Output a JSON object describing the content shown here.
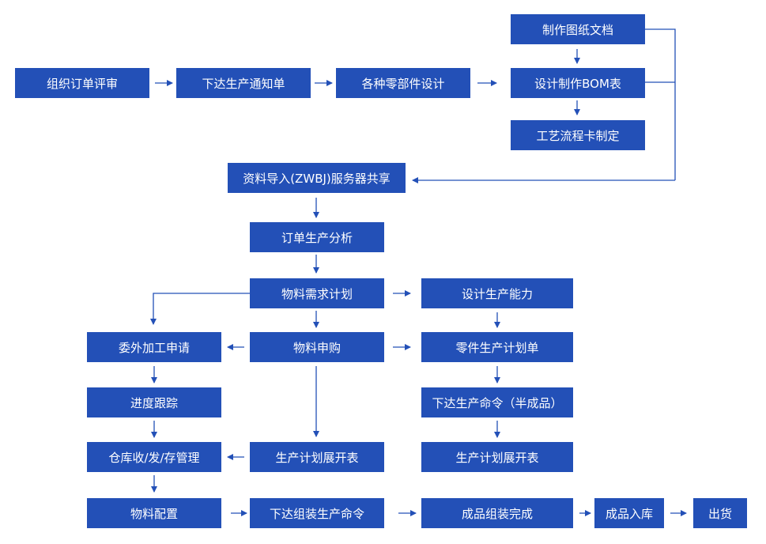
{
  "nodes": {
    "zhizuo_tuzhi": "制作图纸文档",
    "zuzhi_dingdan": "组织订单评审",
    "xiada_tongzhi": "下达生产通知单",
    "lingbujian_sheji": "各种零部件设计",
    "sheji_bom": "设计制作BOM表",
    "gongyi_liucheng": "工艺流程卡制定",
    "ziliao_daoru": "资料导入(ZWBJ)服务器共享",
    "dingdan_fenxi": "订单生产分析",
    "wuliao_xuqiu": "物料需求计划",
    "sheji_nengli": "设计生产能力",
    "weiwai_shenqing": "委外加工申请",
    "wuliao_shengou": "物料申购",
    "lingjian_jihua": "零件生产计划单",
    "jindu_genzong": "进度跟踪",
    "xiada_banchengpin": "下达生产命令（半成品）",
    "cangku": "仓库收/发/存管理",
    "jihua_zhankai_mid": "生产计划展开表",
    "jihua_zhankai_right": "生产计划展开表",
    "wuliao_peizhi": "物料配置",
    "xiada_zuzhuang": "下达组装生产命令",
    "chengpin_wancheng": "成品组装完成",
    "chengpin_ruku": "成品入库",
    "chuhuo": "出货"
  },
  "colors": {
    "node_fill": "#2350b7",
    "node_text": "#ffffff",
    "edge": "#2350b7"
  }
}
